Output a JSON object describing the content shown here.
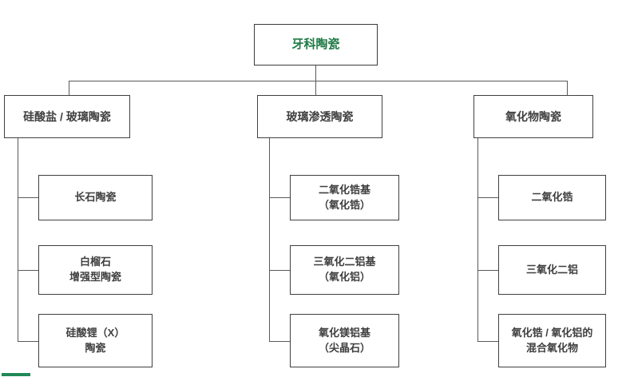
{
  "diagram": {
    "type": "tree-hierarchy",
    "title_node": {
      "label": "牙科陶瓷",
      "text_color": "#1f7a45"
    },
    "colors": {
      "root_text": "#1f7a45",
      "node_text": "#3f3f3f",
      "node_border": "#404040",
      "connector": "#595959",
      "background": "#ffffff",
      "accent_bar": "#1f8a57"
    },
    "branches": [
      {
        "label": "硅酸盐 / 玻璃陶瓷",
        "children": [
          {
            "label": "长石陶瓷"
          },
          {
            "label": "白榴石\n增强型陶瓷"
          },
          {
            "label": "硅酸锂（X）\n陶瓷"
          }
        ]
      },
      {
        "label": "玻璃渗透陶瓷",
        "children": [
          {
            "label": "二氧化锆基\n（氧化锆）"
          },
          {
            "label": "三氧化二铝基\n（氧化铝）"
          },
          {
            "label": "氧化镁铝基\n（尖晶石）"
          }
        ]
      },
      {
        "label": "氧化物陶瓷",
        "children": [
          {
            "label": "二氧化锆"
          },
          {
            "label": "三氧化二铝"
          },
          {
            "label": "氧化锆 / 氧化铝的\n混合氧化物"
          }
        ]
      }
    ]
  }
}
